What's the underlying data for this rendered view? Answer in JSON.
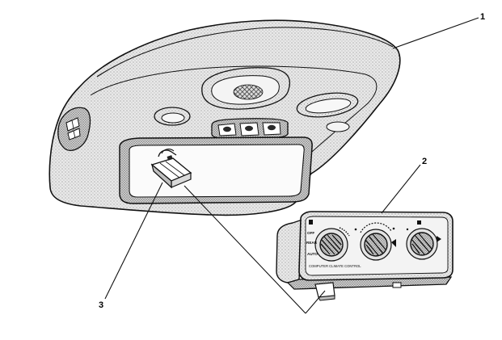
{
  "callouts": {
    "c1": "1",
    "c2": "2",
    "c3": "3"
  },
  "panel": {
    "caption": "COMPUTER CLIMATE CONTROL",
    "left_knob_labels": [
      "OFF",
      "REAR",
      "AUTO"
    ]
  },
  "icons": [
    "overhead-console",
    "courtesy-lamp",
    "switch-bank",
    "storage-compartment",
    "wiring-connector",
    "climate-control-module",
    "control-knob"
  ]
}
